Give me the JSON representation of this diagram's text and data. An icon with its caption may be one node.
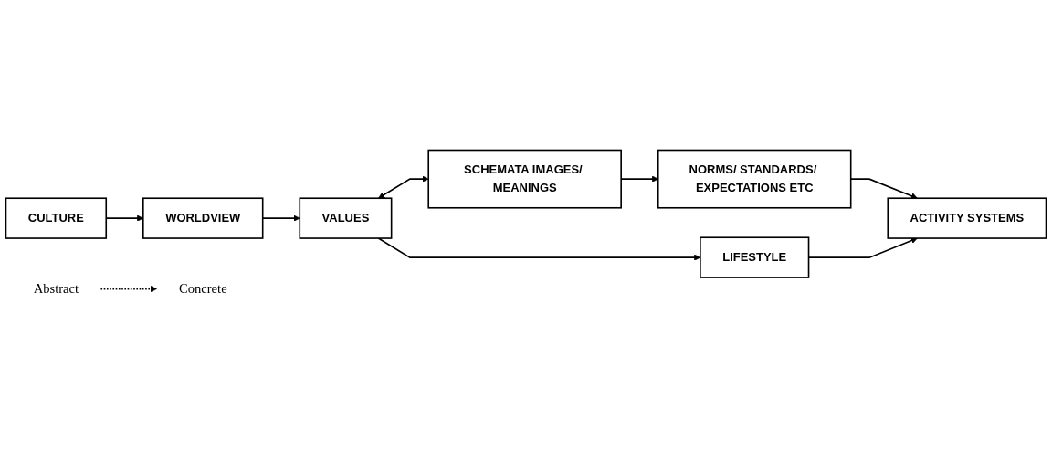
{
  "diagram": {
    "nodes": [
      {
        "text": [
          "CULTURE"
        ]
      },
      {
        "text": [
          "WORLDVIEW"
        ]
      },
      {
        "text": [
          "VALUES"
        ]
      },
      {
        "text": [
          "SCHEMATA IMAGES/ MEANINGS"
        ]
      },
      {
        "text": [
          "NORMS/ STANDARDS/ EXPECTATIONS ETC"
        ]
      },
      {
        "text": [
          "LIFESTYLE"
        ]
      },
      {
        "text": [
          "ACTIVITY SYSTEMS"
        ]
      },
      {
        "text": [
          "Abstract"
        ]
      },
      {
        "text": [
          "Concrete"
        ]
      }
    ],
    "edges": [
      {
        "from": 0,
        "to": 1,
        "arrow": "to"
      },
      {
        "from": 1,
        "to": 2,
        "arrow": "to"
      },
      {
        "from": 2,
        "to": 3,
        "arrow": "both"
      },
      {
        "from": 3,
        "to": 4,
        "arrow": "to"
      },
      {
        "from": 2,
        "to": 5,
        "arrow": "to"
      },
      {
        "from": 4,
        "to": 6,
        "arrow": "to"
      },
      {
        "from": 5,
        "to": 6,
        "arrow": "to"
      },
      {
        "from": 7,
        "to": 8,
        "arrow": "to",
        "style": "dashed"
      }
    ]
  }
}
